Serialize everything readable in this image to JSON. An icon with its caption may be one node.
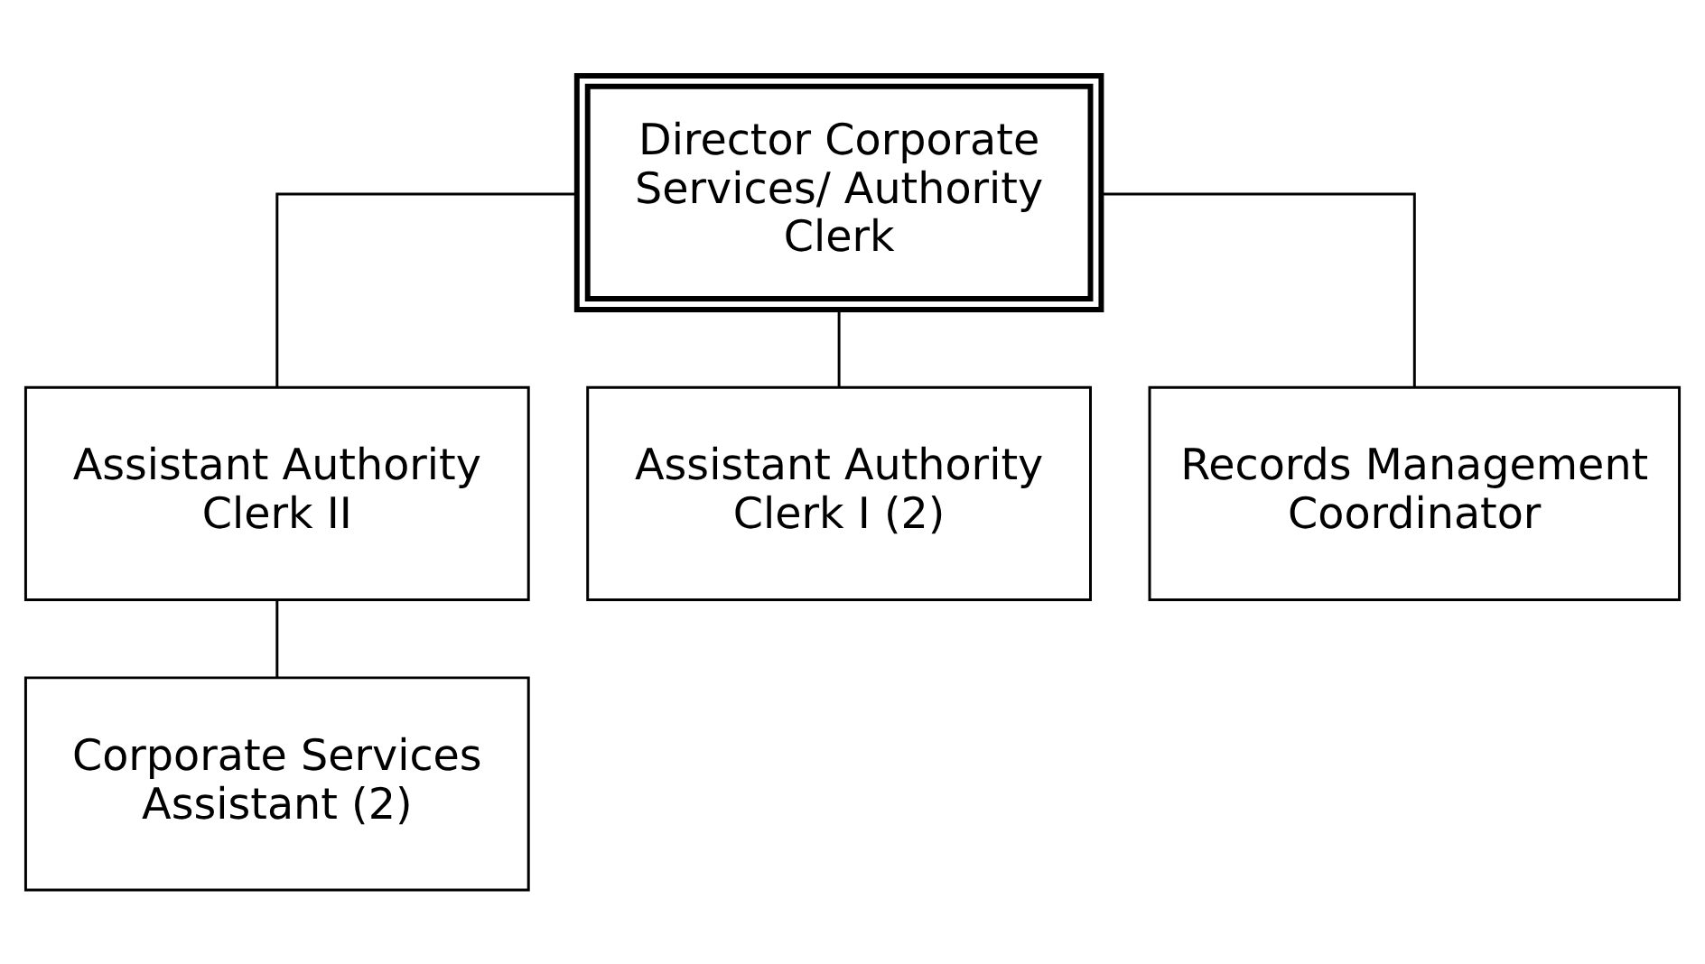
{
  "diagram": {
    "nodes": [
      {
        "text": [
          "Director Corporate Services/ Authority Clerk"
        ]
      },
      {
        "text": [
          "Assistant Authority Clerk II"
        ]
      },
      {
        "text": [
          "Assistant Authority Clerk I (2)"
        ]
      },
      {
        "text": [
          "Records Management Coordinator"
        ]
      },
      {
        "text": [
          "Corporate Services Assistant (2)"
        ]
      }
    ],
    "edges": [
      {
        "from": 0,
        "to": 1,
        "arrow": "none"
      },
      {
        "from": 0,
        "to": 2,
        "arrow": "none"
      },
      {
        "from": 0,
        "to": 3,
        "arrow": "none"
      },
      {
        "from": 1,
        "to": 4,
        "arrow": "none"
      }
    ]
  }
}
